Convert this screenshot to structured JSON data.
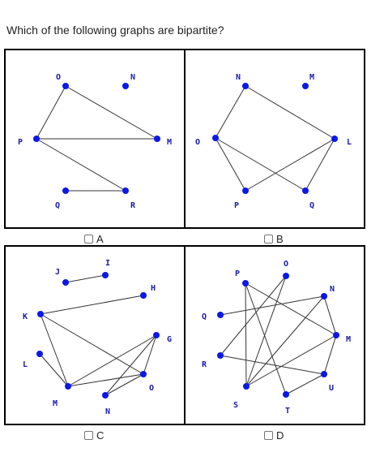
{
  "question": "Which of the following graphs are bipartite?",
  "options": [
    {
      "id": "A",
      "label": "A"
    },
    {
      "id": "B",
      "label": "B"
    },
    {
      "id": "C",
      "label": "C"
    },
    {
      "id": "D",
      "label": "D"
    }
  ],
  "colors": {
    "node": "#0b18e6",
    "edge": "#333333",
    "label": "#1a1aa6",
    "border": "#000000"
  },
  "graphs": {
    "A": {
      "nodes": {
        "O": {
          "label": "O"
        },
        "N": {
          "label": "N"
        },
        "P": {
          "label": "P"
        },
        "M": {
          "label": "M"
        },
        "Q": {
          "label": "Q"
        },
        "R": {
          "label": "R"
        }
      },
      "edges": [
        [
          "O",
          "P"
        ],
        [
          "O",
          "M"
        ],
        [
          "P",
          "M"
        ],
        [
          "P",
          "R"
        ],
        [
          "Q",
          "R"
        ]
      ]
    },
    "B": {
      "nodes": {
        "N": {
          "label": "N"
        },
        "M": {
          "label": "M"
        },
        "O": {
          "label": "O"
        },
        "L": {
          "label": "L"
        },
        "P": {
          "label": "P"
        },
        "Q": {
          "label": "Q"
        }
      },
      "edges": [
        [
          "N",
          "L"
        ],
        [
          "N",
          "O"
        ],
        [
          "O",
          "P"
        ],
        [
          "O",
          "Q"
        ],
        [
          "L",
          "P"
        ],
        [
          "L",
          "Q"
        ]
      ]
    },
    "C": {
      "nodes": {
        "J": {
          "label": "J"
        },
        "I": {
          "label": "I"
        },
        "H": {
          "label": "H"
        },
        "K": {
          "label": "K"
        },
        "G": {
          "label": "G"
        },
        "L": {
          "label": "L"
        },
        "O": {
          "label": "O"
        },
        "M": {
          "label": "M"
        },
        "N": {
          "label": "N"
        }
      },
      "edges": [
        [
          "J",
          "I"
        ],
        [
          "K",
          "H"
        ],
        [
          "K",
          "M"
        ],
        [
          "K",
          "O"
        ],
        [
          "L",
          "M"
        ],
        [
          "M",
          "G"
        ],
        [
          "M",
          "O"
        ],
        [
          "G",
          "N"
        ],
        [
          "G",
          "O"
        ],
        [
          "N",
          "O"
        ]
      ]
    },
    "D": {
      "nodes": {
        "P": {
          "label": "P"
        },
        "O": {
          "label": "O"
        },
        "N": {
          "label": "N"
        },
        "Q": {
          "label": "Q"
        },
        "M": {
          "label": "M"
        },
        "R": {
          "label": "R"
        },
        "U": {
          "label": "U"
        },
        "S": {
          "label": "S"
        },
        "T": {
          "label": "T"
        }
      },
      "edges": [
        [
          "P",
          "S"
        ],
        [
          "P",
          "M"
        ],
        [
          "P",
          "T"
        ],
        [
          "O",
          "R"
        ],
        [
          "O",
          "S"
        ],
        [
          "Q",
          "N"
        ],
        [
          "N",
          "M"
        ],
        [
          "N",
          "S"
        ],
        [
          "M",
          "U"
        ],
        [
          "M",
          "S"
        ],
        [
          "U",
          "T"
        ],
        [
          "U",
          "R"
        ]
      ]
    }
  }
}
